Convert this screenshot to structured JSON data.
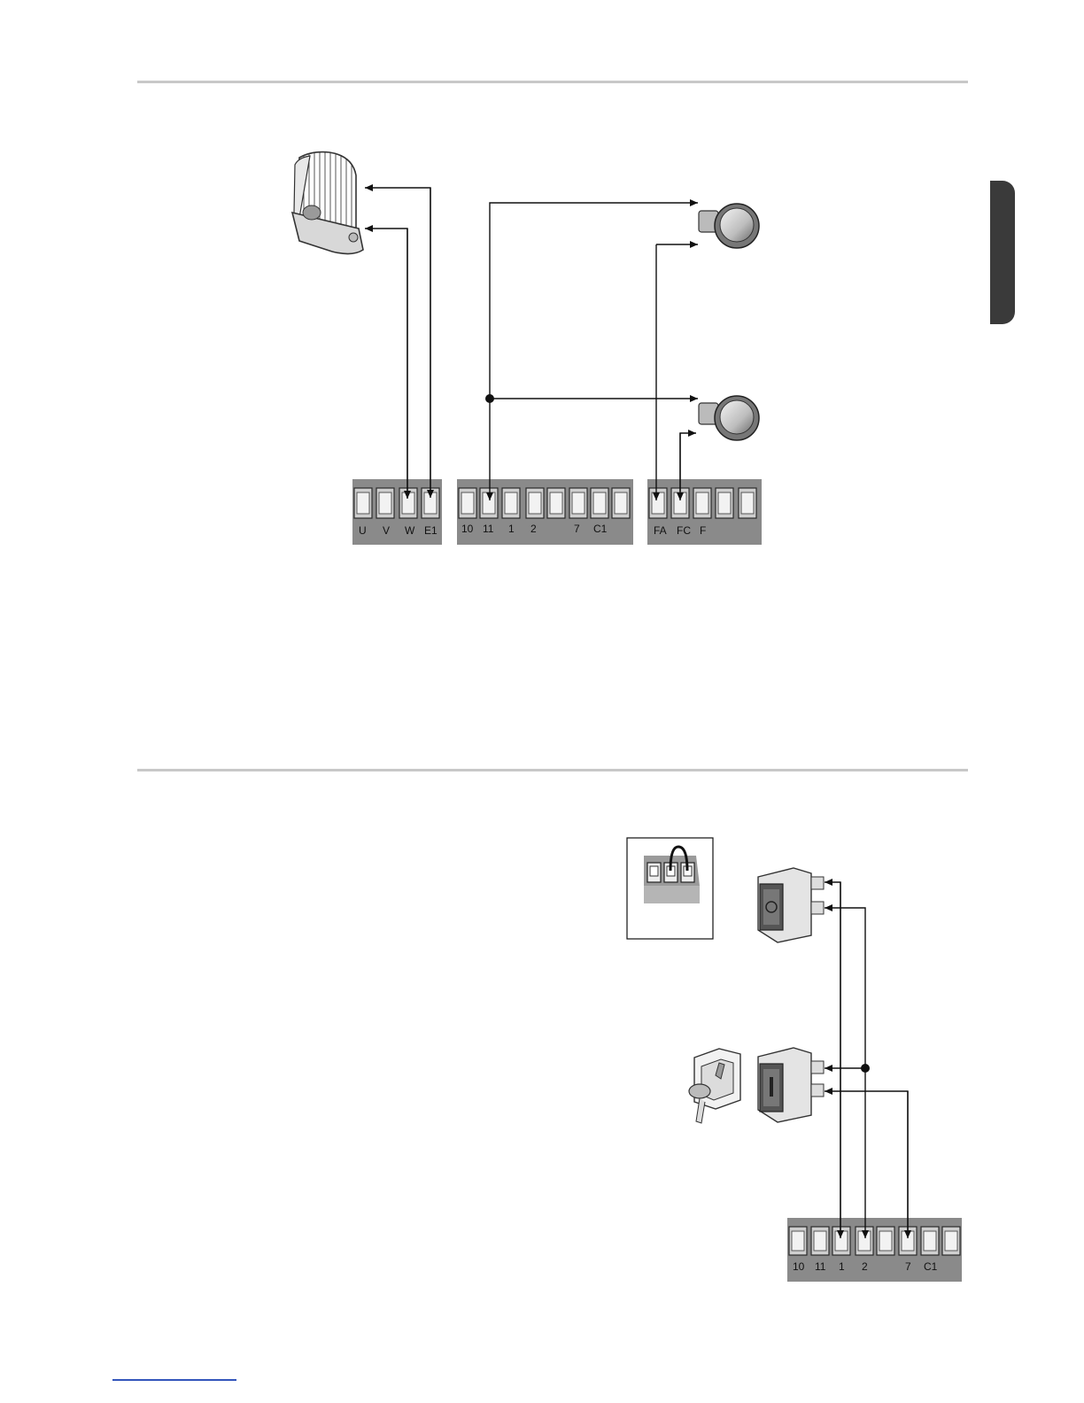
{
  "terminals": {
    "motor_block": [
      "U",
      "V",
      "W",
      "E1"
    ],
    "control_block": [
      "10",
      "11",
      "1",
      "2",
      "7",
      "C1"
    ],
    "limit_block": [
      "FA",
      "FC",
      "F"
    ],
    "control_block_2": [
      "10",
      "11",
      "1",
      "2",
      "7",
      "C1"
    ]
  },
  "icons": {
    "lamp": "flashing-lamp-icon",
    "button": "push-button-icon",
    "switch": "rocker-switch-icon",
    "key": "key-selector-icon",
    "jumper": "jumper-detail-icon"
  },
  "colors": {
    "accent_tab": "#3a3a3a",
    "rule": "#c8c8c8",
    "terminal": "#8a8a8a"
  }
}
